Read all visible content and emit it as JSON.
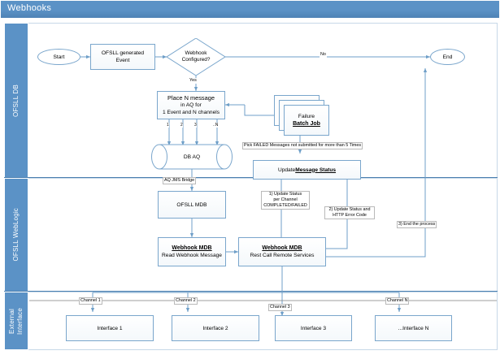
{
  "window": {
    "title": "Webhooks"
  },
  "theme": {
    "header_bg": "#5b92c6",
    "lane_bg": "#5b92c6",
    "node_border": "#7aa6cc",
    "connector": "#6f9fc8",
    "canvas_bg": "#ffffff"
  },
  "lanes": [
    {
      "id": "ofsll-db",
      "label": "OFSLL DB"
    },
    {
      "id": "ofsll-weblogic",
      "label": "OFSLL WebLogic"
    },
    {
      "id": "external",
      "label": "External\nInterface"
    }
  ],
  "nodes": {
    "start": {
      "label": "Start"
    },
    "ofsll_event": {
      "label": "OFSLL generated\nEvent"
    },
    "webhook_decision": {
      "label": "Webhook\nConfigured?"
    },
    "end": {
      "label": "End"
    },
    "place_message": {
      "line1": "Place  N message",
      "line2": "in AQ for",
      "line3": "1 Event and N channels"
    },
    "db_aq": {
      "label": "DB AQ"
    },
    "failure_batch": {
      "line1": "Failure",
      "line2": "Batch Job"
    },
    "update_status": {
      "prefix": "Update ",
      "underlined": "Message Status"
    },
    "ofsll_mdb": {
      "label": "OFSLL MDB"
    },
    "webhook_mdb_read": {
      "title": "Webhook MDB",
      "subtitle": "Read Webhook  Message"
    },
    "webhook_mdb_rest": {
      "title": "Webhook MDB",
      "subtitle": "Rest Call Remote Services"
    },
    "interface_1": {
      "label": "Interface 1"
    },
    "interface_2": {
      "label": "Interface 2"
    },
    "interface_3": {
      "label": "Interface 3"
    },
    "interface_n": {
      "label": "...Interface N"
    }
  },
  "edge_labels": {
    "no": "No",
    "yes": "Yes",
    "aq_jms_bridge": "AQ JMS Bridge",
    "pick_failed": "Pick FAILED Messages not submitted for more than 5  Times",
    "update_1": "1)  Update Status\nper Channel\nCOMPLETED/FAILED",
    "update_2": "2) Update Status and\nHTTP Error Code",
    "end_process": "3) End the process",
    "fanout": [
      "1",
      "2",
      "3",
      "..N"
    ],
    "channels": [
      "Channel 1",
      "Channel 2",
      "Channel 3",
      "Channel N"
    ]
  }
}
